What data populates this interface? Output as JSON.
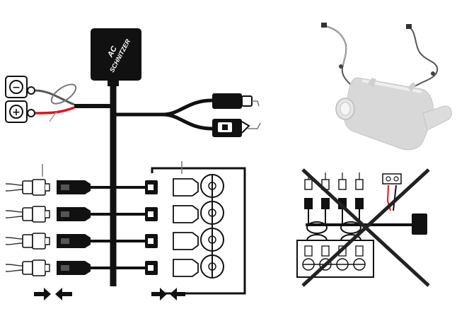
{
  "module": {
    "brand_line1": "AC",
    "brand_line2": "SCHNITZER"
  },
  "battery_terminals": [
    {
      "symbol": "−",
      "polarity": "negative"
    },
    {
      "symbol": "+",
      "polarity": "positive"
    }
  ],
  "colors": {
    "harness": "#111111",
    "positive_wire": "#e3121b",
    "ground_wire": "#888888",
    "dpf_body": "#d9d9d9",
    "cross_out": "#222222"
  },
  "icons": {
    "arrow_right": "arrow-right-icon",
    "arrow_left": "arrow-left-icon",
    "cross_out": "x-cross-icon"
  },
  "injector_rows": 4
}
